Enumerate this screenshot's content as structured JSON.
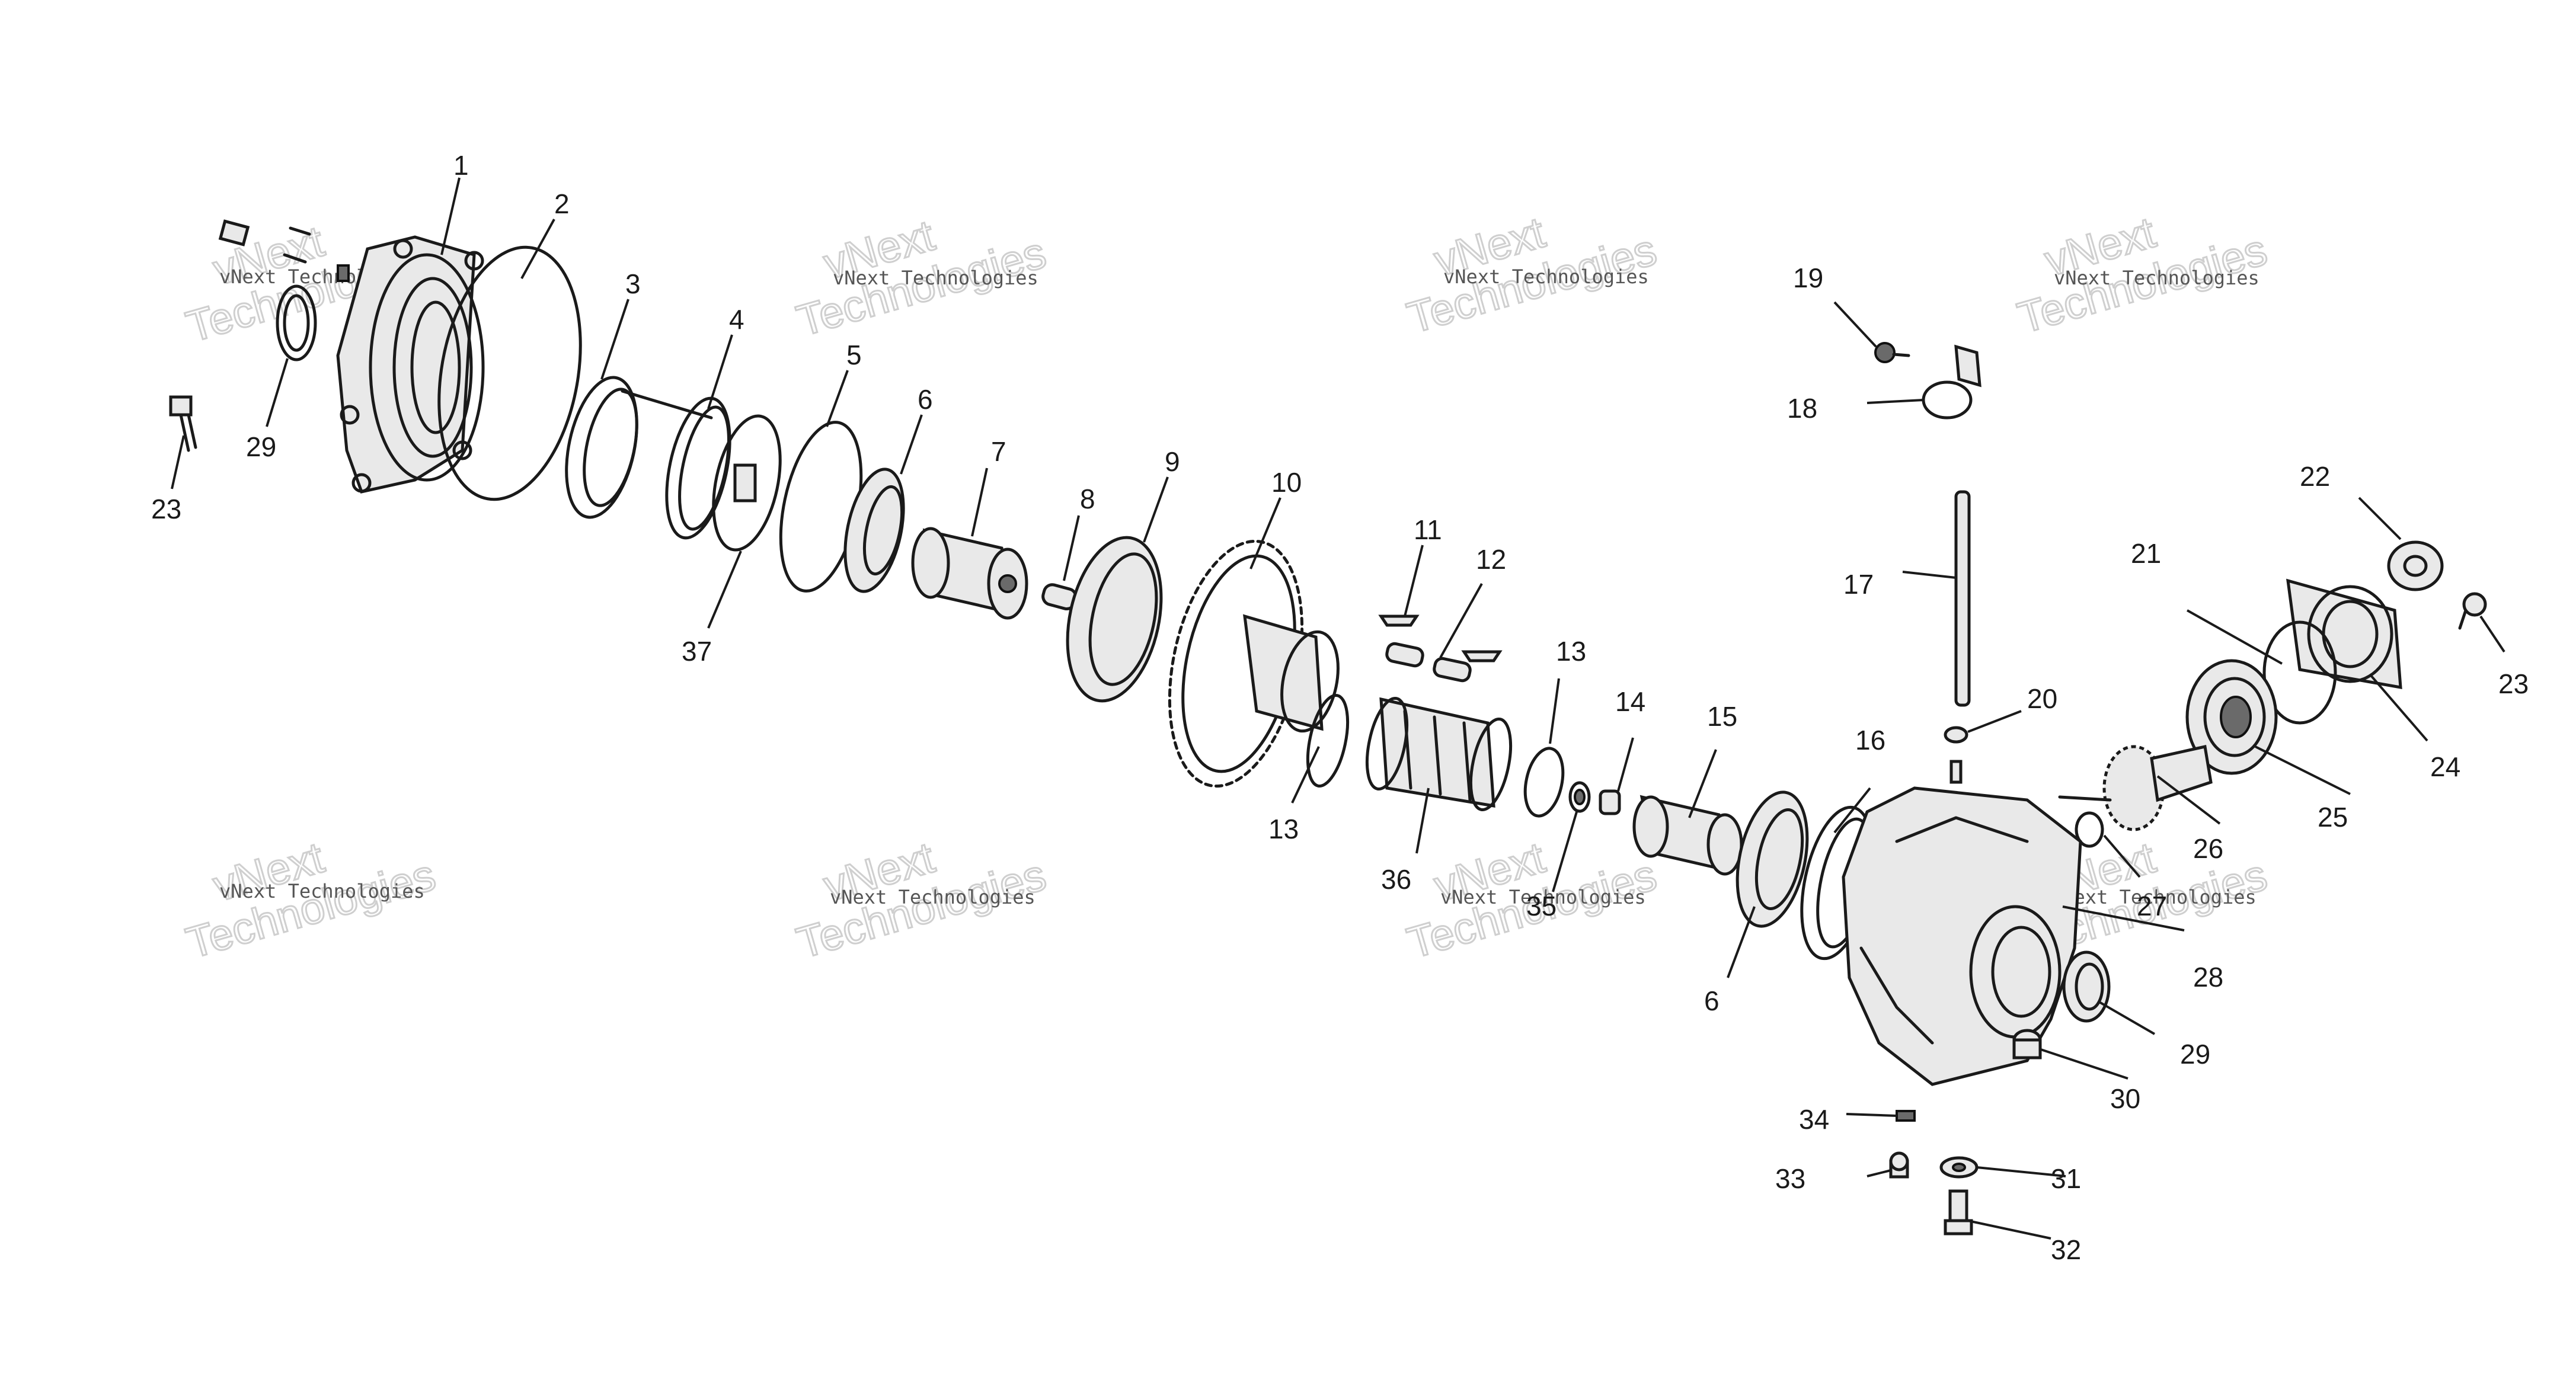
{
  "watermark": {
    "small": "vNext Technologies",
    "big_top": "vNext",
    "big_bottom": "Technologies"
  },
  "callouts": {
    "c1": "1",
    "c2": "2",
    "c3": "3",
    "c4": "4",
    "c5": "5",
    "c6a": "6",
    "c6b": "6",
    "c7": "7",
    "c8": "8",
    "c9": "9",
    "c10": "10",
    "c11": "11",
    "c12": "12",
    "c13a": "13",
    "c13b": "13",
    "c14": "14",
    "c15": "15",
    "c16": "16",
    "c17": "17",
    "c18": "18",
    "c19": "19",
    "c20": "20",
    "c21": "21",
    "c22": "22",
    "c23a": "23",
    "c23b": "23",
    "c24": "24",
    "c25": "25",
    "c26": "26",
    "c27": "27",
    "c28": "28",
    "c29a": "29",
    "c29b": "29",
    "c30": "30",
    "c31": "31",
    "c32": "32",
    "c33": "33",
    "c34": "34",
    "c35": "35",
    "c36": "36",
    "c37": "37"
  }
}
